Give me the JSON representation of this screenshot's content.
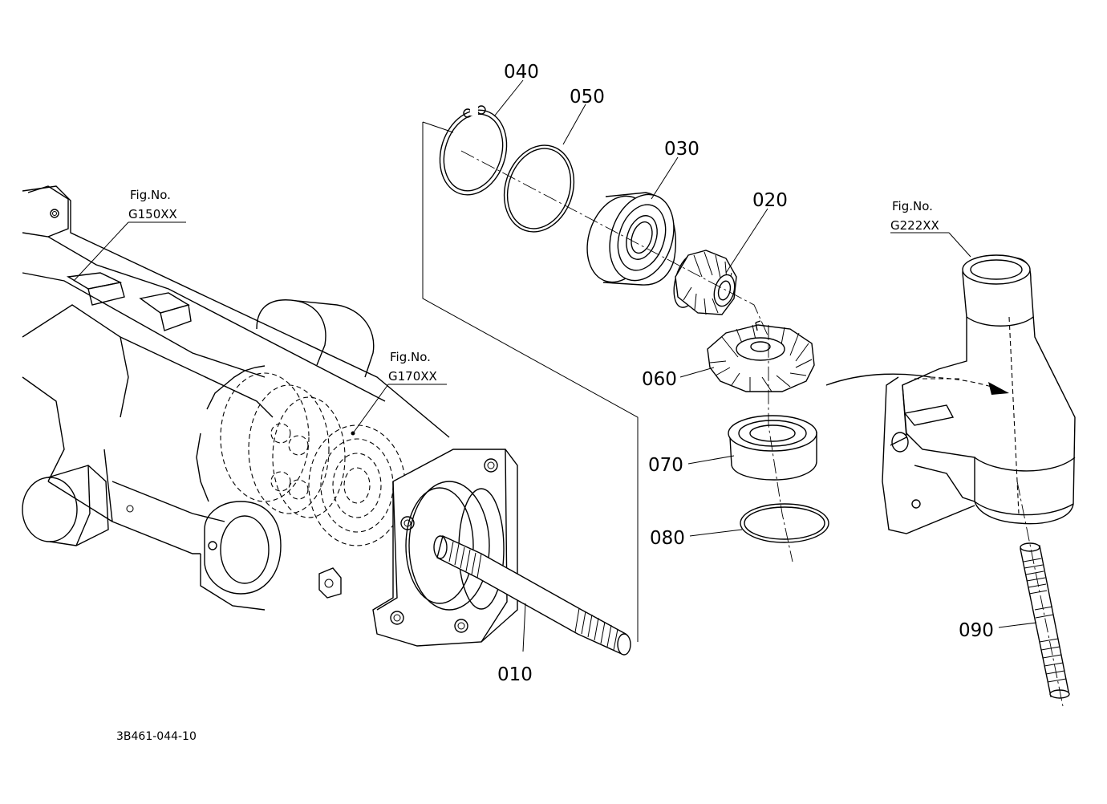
{
  "parts": [
    {
      "id": "010",
      "label": "010"
    },
    {
      "id": "020",
      "label": "020"
    },
    {
      "id": "030",
      "label": "030"
    },
    {
      "id": "040",
      "label": "040"
    },
    {
      "id": "050",
      "label": "050"
    },
    {
      "id": "060",
      "label": "060"
    },
    {
      "id": "070",
      "label": "070"
    },
    {
      "id": "080",
      "label": "080"
    },
    {
      "id": "090",
      "label": "090"
    }
  ],
  "figure_refs": [
    {
      "prefix": "Fig.No.",
      "code": "G150XX"
    },
    {
      "prefix": "Fig.No.",
      "code": "G170XX"
    },
    {
      "prefix": "Fig.No.",
      "code": "G222XX"
    }
  ],
  "drawing_code": "3B461-044-10"
}
